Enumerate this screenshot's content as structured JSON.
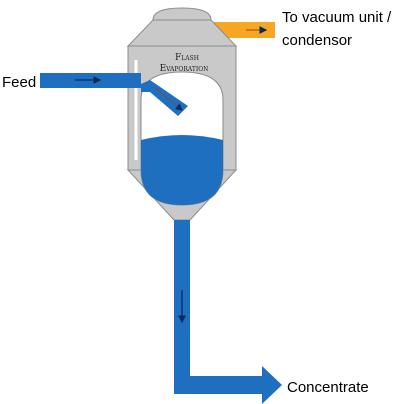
{
  "labels": {
    "vacuum_line1": "To vacuum unit /",
    "vacuum_line2": "condensor",
    "feed": "Feed",
    "concentrate": "Concentrate",
    "vessel_line1": "Flash",
    "vessel_line2": "Evaporation"
  },
  "colors": {
    "liquid_blue": "#1E6FC0",
    "vapor_orange": "#F5A623",
    "vessel_grey": "#C9C9C9",
    "vessel_outline": "#8C8C8C"
  }
}
